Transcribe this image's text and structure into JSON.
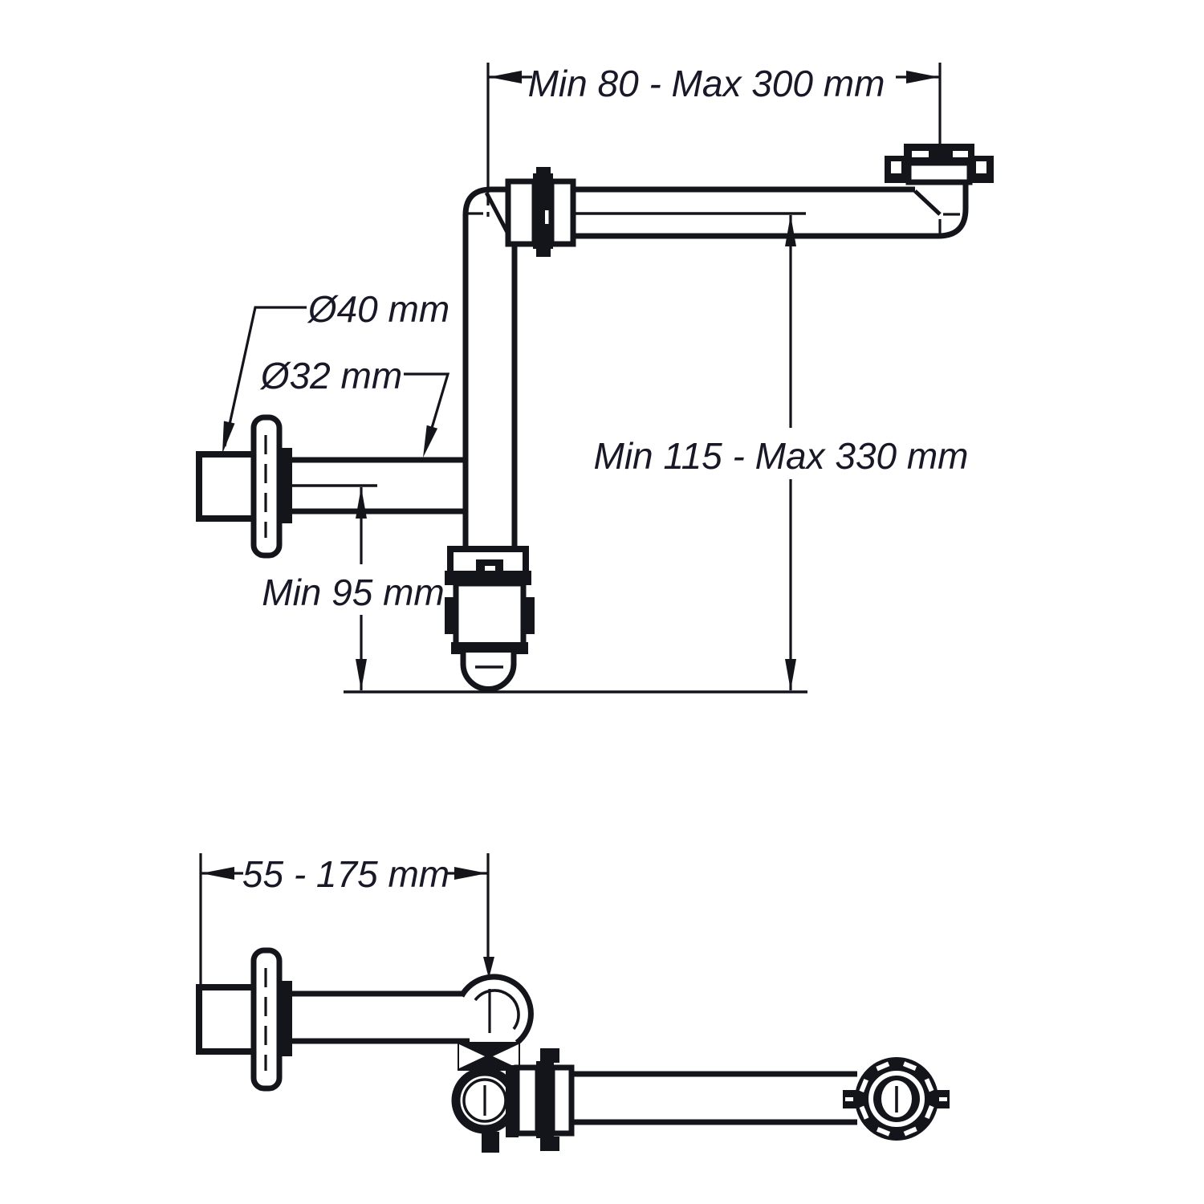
{
  "drawing": {
    "colors": {
      "ink": "#14141b",
      "text": "#181826",
      "background": "#ffffff"
    },
    "front_view": {
      "dim_width": "Min 80 - Max 300 mm",
      "dim_height": "Min 115 - Max 330 mm",
      "dim_min_depth": "Min 95 mm",
      "label_outer_diameter": "Ø40 mm",
      "label_pipe_diameter": "Ø32 mm"
    },
    "top_view": {
      "dim_offset": "55 - 175 mm"
    }
  }
}
